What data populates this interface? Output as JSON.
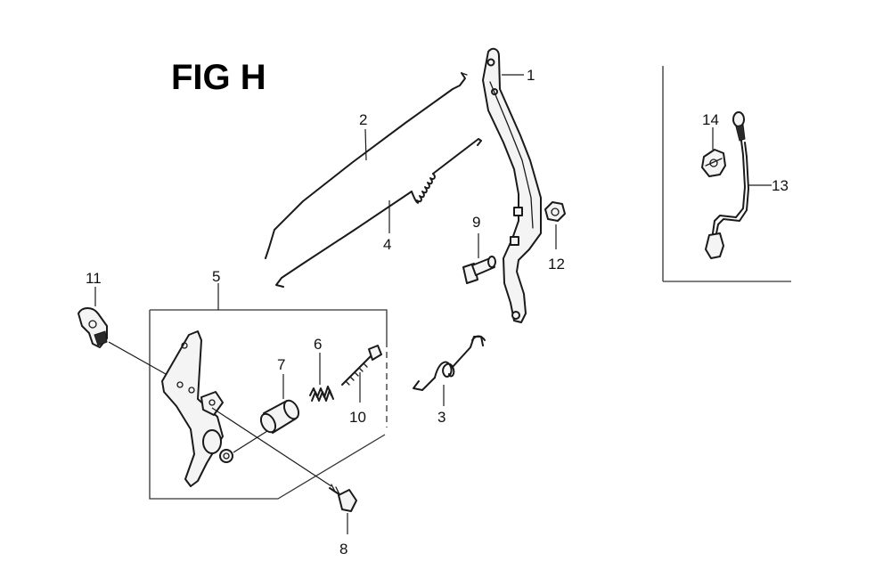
{
  "figure": {
    "title": "FIG H"
  },
  "callouts": {
    "c1": "1",
    "c2": "2",
    "c3": "3",
    "c4": "4",
    "c5": "5",
    "c6": "6",
    "c7": "7",
    "c8": "8",
    "c9": "9",
    "c10": "10",
    "c11": "11",
    "c12": "12",
    "c13": "13",
    "c14": "14"
  }
}
